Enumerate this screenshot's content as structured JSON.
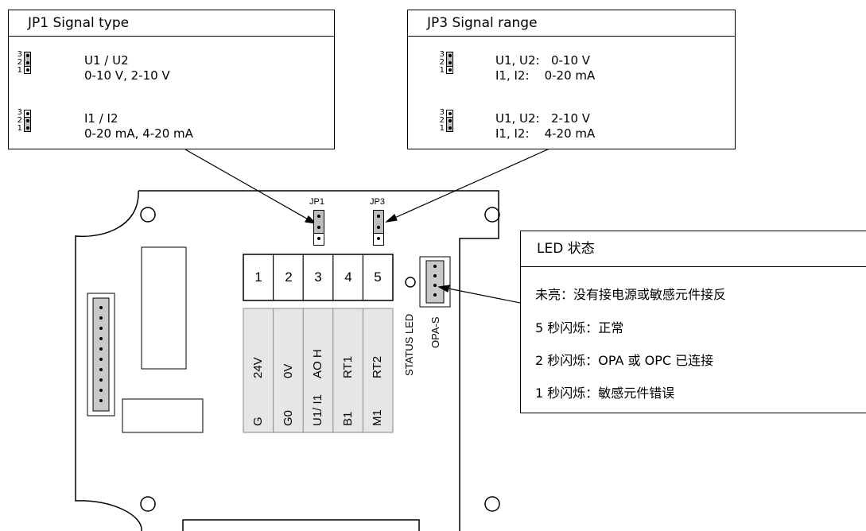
{
  "jp1_box": {
    "title": "JP1 Signal type",
    "options": [
      {
        "pins": [
          "3",
          "2",
          "1"
        ],
        "line1": "U1 / U2",
        "line2": "0-10 V, 2-10 V"
      },
      {
        "pins": [
          "3",
          "2",
          "1"
        ],
        "line1": "I1 / I2",
        "line2": "0-20 mA, 4-20 mA"
      }
    ]
  },
  "jp3_box": {
    "title": "JP3 Signal range",
    "options": [
      {
        "pins": [
          "3",
          "2",
          "1"
        ],
        "line1": "U1, U2:   0-10 V",
        "line2": "I1, I2:    0-20 mA"
      },
      {
        "pins": [
          "3",
          "2",
          "1"
        ],
        "line1": "U1, U2:   2-10 V",
        "line2": "I1, I2:    4-20 mA"
      }
    ]
  },
  "board": {
    "jp1_label": "JP1",
    "jp3_label": "JP3",
    "terminals": [
      "1",
      "2",
      "3",
      "4",
      "5"
    ],
    "top_row": [
      "24V",
      "0V",
      "AO H",
      "RT1",
      "RT2"
    ],
    "bottom_row": [
      "G",
      "G0",
      "U1/ I1",
      "B1",
      "M1"
    ],
    "status_led_label": "STATUS LED",
    "opa_label": "OPA-S"
  },
  "led_box": {
    "title": "LED 状态",
    "lines": [
      "未亮：没有接电源或敏感元件接反",
      "5 秒闪烁：正常",
      "2 秒闪烁：OPA 或 OPC 已连接",
      "1 秒闪烁：敏感元件错误"
    ]
  }
}
